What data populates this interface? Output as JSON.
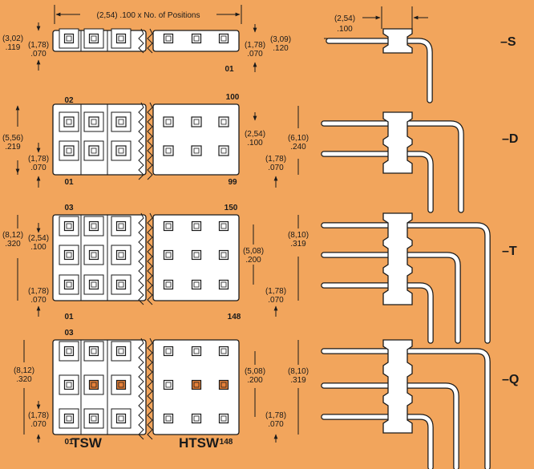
{
  "top_dimension": "(2,54) .100 x No. of Positions",
  "pitch_top": {
    "mm": "(2,54)",
    "in": ".100"
  },
  "variants": [
    {
      "id": "S",
      "label": "–S",
      "pins": {
        "top_left": "",
        "top_right": "",
        "bottom_left": "",
        "bottom_right": "01"
      },
      "dims": {
        "left_outer_mm": "(3,02)",
        "left_outer_in": ".119",
        "left_inner_mm": "(1,78)",
        "left_inner_in": ".070",
        "right_inner_mm": "(1,78)",
        "right_inner_in": ".070",
        "right_outer_mm": "(3,09)",
        "right_outer_in": ".120"
      }
    },
    {
      "id": "D",
      "label": "–D",
      "pins": {
        "top_left": "02",
        "top_right": "100",
        "bottom_left": "01",
        "bottom_right": "99"
      },
      "dims": {
        "left_outer_mm": "(5,56)",
        "left_outer_in": ".219",
        "left_inner_mm": "(1,78)",
        "left_inner_in": ".070",
        "pitch_mm": "(2,54)",
        "pitch_in": ".100",
        "right_inner_mm": "(1,78)",
        "right_inner_in": ".070",
        "right_outer_mm": "(6,10)",
        "right_outer_in": ".240"
      }
    },
    {
      "id": "T",
      "label": "–T",
      "pins": {
        "top_left": "03",
        "top_right": "150",
        "bottom_left": "01",
        "bottom_right": "148"
      },
      "dims": {
        "left_outer_mm": "(8,12)",
        "left_outer_in": ".320",
        "pitch_mm": "(2,54)",
        "pitch_in": ".100",
        "left_inner_mm": "(1,78)",
        "left_inner_in": ".070",
        "mid_mm": "(5,08)",
        "mid_in": ".200",
        "right_inner_mm": "(1,78)",
        "right_inner_in": ".070",
        "right_outer_mm": "(8,10)",
        "right_outer_in": ".319"
      }
    },
    {
      "id": "Q",
      "label": "–Q",
      "pins": {
        "top_left": "03",
        "top_right": "",
        "bottom_left": "01",
        "bottom_right": "148"
      },
      "dims": {
        "left_outer_mm": "(8,12)",
        "left_outer_in": ".320",
        "left_inner_mm": "(1,78)",
        "left_inner_in": ".070",
        "mid_mm": "(5,08)",
        "mid_in": ".200",
        "right_inner_mm": "(1,78)",
        "right_inner_in": ".070",
        "right_outer_mm": "(8,10)",
        "right_outer_in": ".319"
      }
    }
  ],
  "part_labels": {
    "left": "TSW",
    "right": "HTSW"
  },
  "colors": {
    "background": "#F2A55C",
    "body": "#FFFFFF",
    "highlight_hole": "#E8823A",
    "ink": "#1a1a1a"
  }
}
